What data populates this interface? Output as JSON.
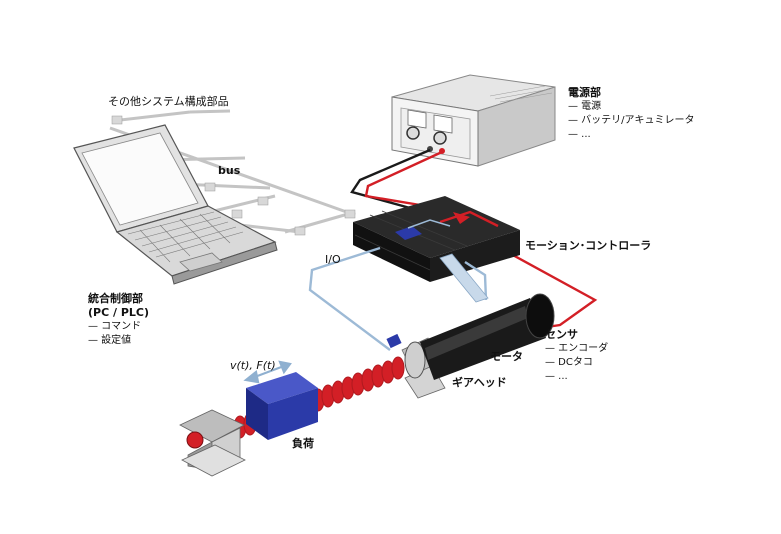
{
  "labels": {
    "other_parts": "その他システム構成部品",
    "bus": "bus",
    "io": "I/O",
    "motion_controller": "モーション･コントローラ",
    "motor": "モータ",
    "gearhead": "ギアヘッド",
    "load": "負荷",
    "velocity_force": "v(t), F(t)"
  },
  "power_supply": {
    "title": "電源部",
    "items": [
      "— 電源",
      "— バッテリ/アキュミレータ",
      "— ..."
    ]
  },
  "integrated_control": {
    "title_line1": "統合制御部",
    "title_line2": "(PC / PLC)",
    "items": [
      "— コマンド",
      "— 設定値"
    ]
  },
  "sensor": {
    "title": "センサ",
    "items": [
      "— エンコーダ",
      "— DCタコ",
      "— ..."
    ]
  },
  "colors": {
    "red": "#d31f26",
    "blue": "#2b3aa8",
    "black": "#1a1a1a",
    "light_blue": "#9dbad6"
  }
}
